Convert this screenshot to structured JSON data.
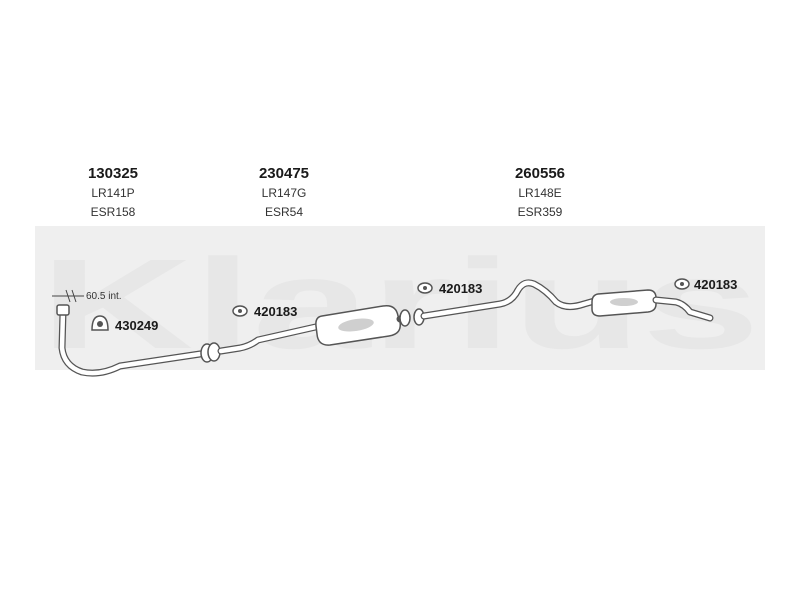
{
  "watermark": "Klarius",
  "dimension_note": "60.5 int.",
  "sections": [
    {
      "part_number": "130325",
      "ref_1": "LR141P",
      "ref_2": "ESR158"
    },
    {
      "part_number": "230475",
      "ref_1": "LR147G",
      "ref_2": "ESR54"
    },
    {
      "part_number": "260556",
      "ref_1": "LR148E",
      "ref_2": "ESR359"
    }
  ],
  "clamps": [
    {
      "part_number": "430249"
    },
    {
      "part_number": "420183"
    },
    {
      "part_number": "420183"
    },
    {
      "part_number": "420183"
    }
  ],
  "colors": {
    "watermark": "#e7e7e7",
    "line": "#555555"
  }
}
